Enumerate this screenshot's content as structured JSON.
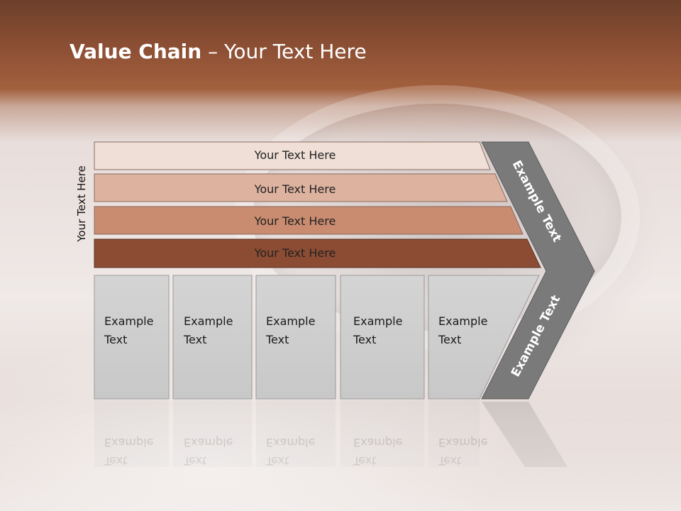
{
  "slide": {
    "title_bold": "Value Chain",
    "title_rest": " – Your Text Here",
    "side_label": "Your Text Here"
  },
  "bands": [
    {
      "label": "Your Text Here",
      "color": "#efdfd6"
    },
    {
      "label": "Your Text Here",
      "color": "#ddb3a0"
    },
    {
      "label": "Your Text Here",
      "color": "#c98c70"
    },
    {
      "label": "Your Text Here",
      "color": "#8c4c33"
    }
  ],
  "boxes": [
    {
      "line1": "Example",
      "line2": "Text"
    },
    {
      "line1": "Example",
      "line2": "Text"
    },
    {
      "line1": "Example",
      "line2": "Text"
    },
    {
      "line1": "Example",
      "line2": "Text"
    },
    {
      "line1": "Example",
      "line2": "Text"
    }
  ],
  "arrow": {
    "upper_label": "Example Text",
    "lower_label": "Example Text",
    "color": "#7a7a7a"
  }
}
